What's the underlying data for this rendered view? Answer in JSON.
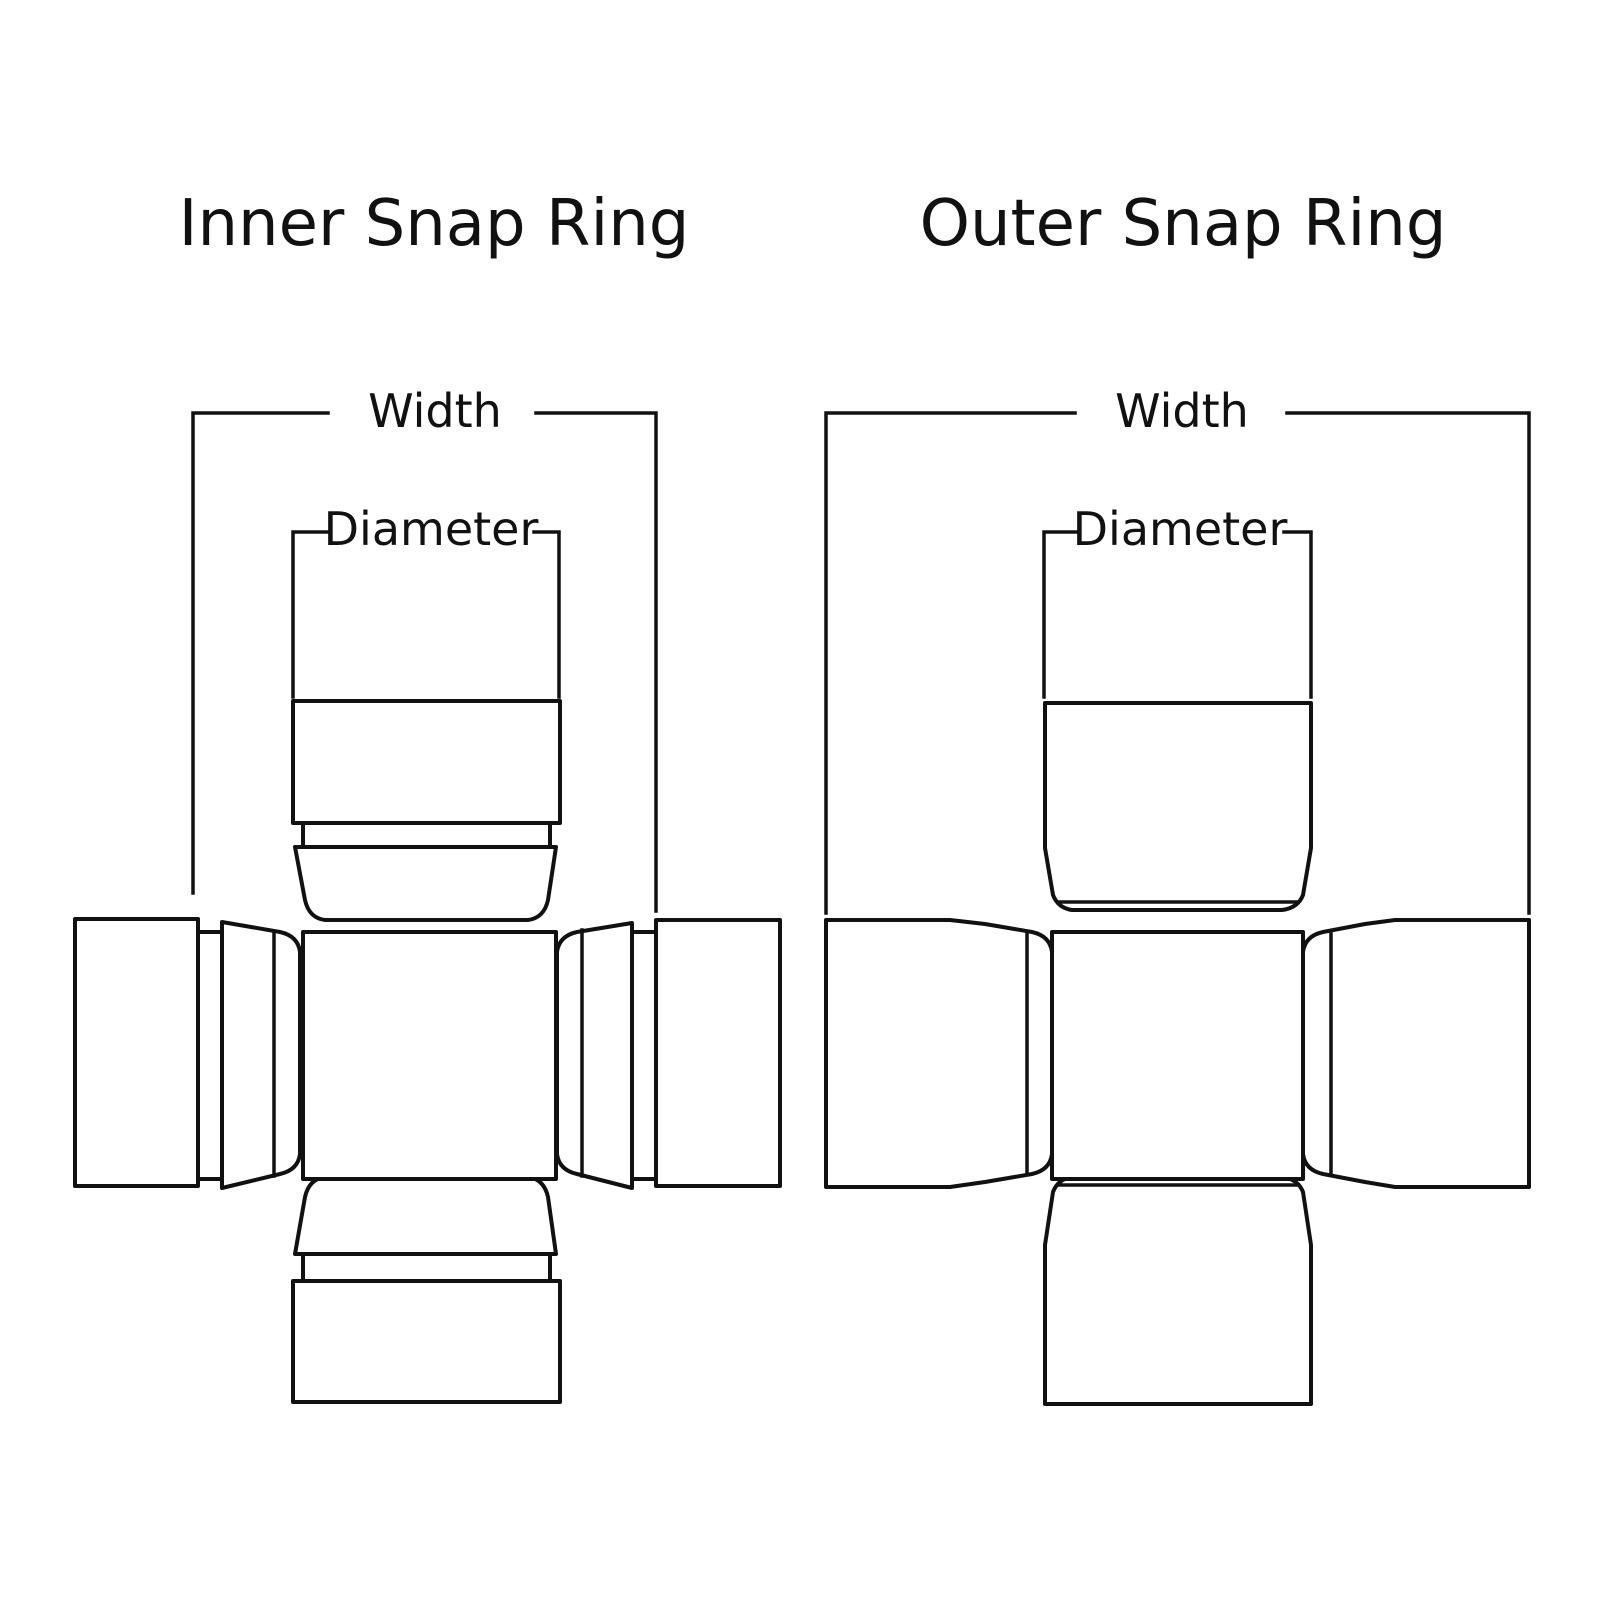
{
  "inner": {
    "title": "Inner Snap Ring",
    "width_label": "Width",
    "diameter_label": "Diameter"
  },
  "outer": {
    "title": "Outer Snap Ring",
    "width_label": "Width",
    "diameter_label": "Diameter"
  },
  "colors": {
    "stroke": "#111111",
    "background": "#ffffff"
  }
}
